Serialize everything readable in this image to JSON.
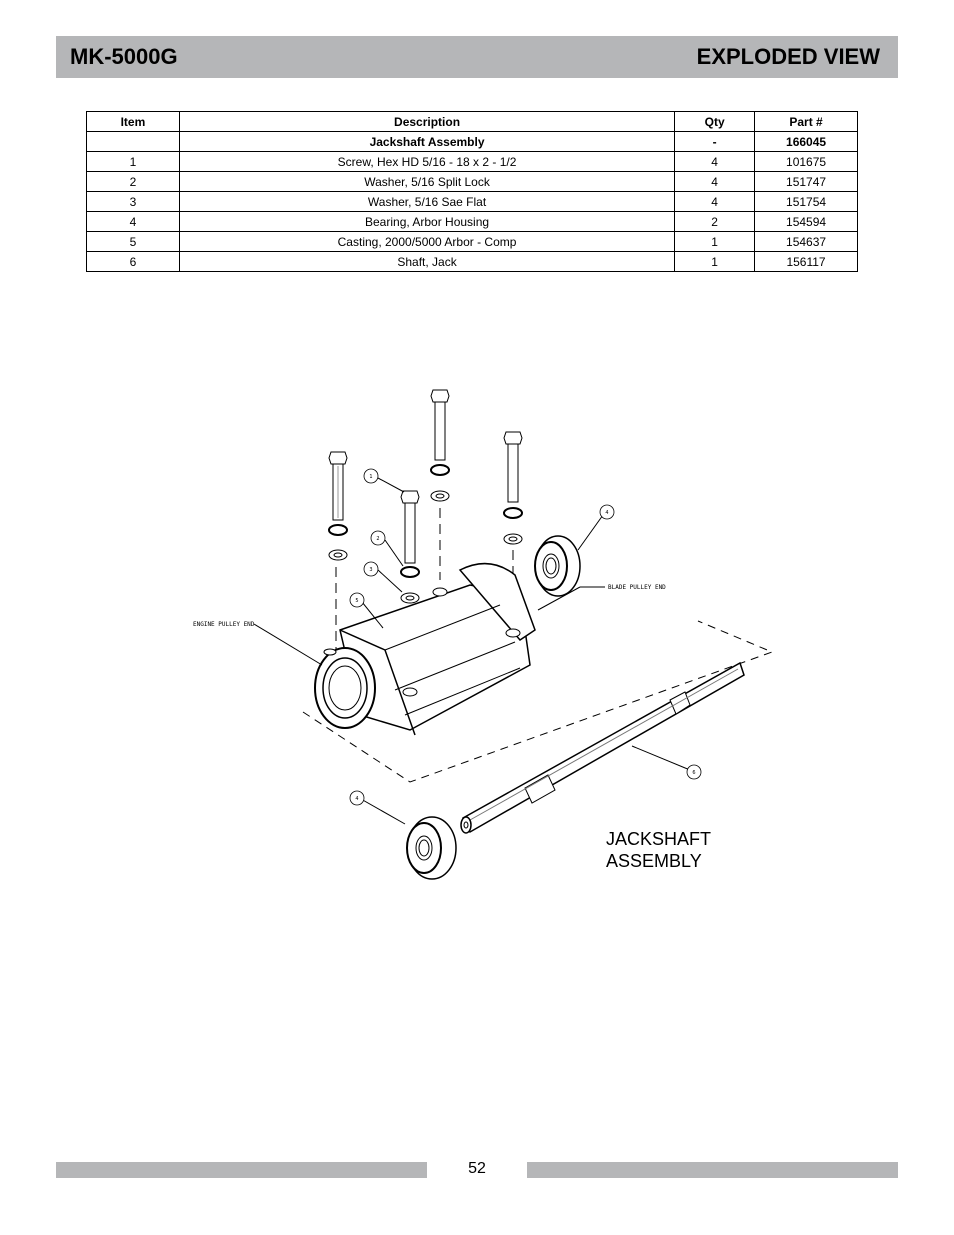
{
  "header": {
    "model": "MK-5000G",
    "section": "EXPLODED VIEW"
  },
  "parts_table": {
    "columns": [
      "Item",
      "Description",
      "Qty",
      "Part #"
    ],
    "assembly_row": {
      "item": "",
      "description": "Jackshaft Assembly",
      "qty": "-",
      "part": "166045"
    },
    "rows": [
      {
        "item": "1",
        "description": "Screw, Hex HD 5/16 - 18 x 2 - 1/2",
        "qty": "4",
        "part": "101675"
      },
      {
        "item": "2",
        "description": "Washer, 5/16 Split Lock",
        "qty": "4",
        "part": "151747"
      },
      {
        "item": "3",
        "description": "Washer, 5/16 Sae Flat",
        "qty": "4",
        "part": "151754"
      },
      {
        "item": "4",
        "description": "Bearing, Arbor Housing",
        "qty": "2",
        "part": "154594"
      },
      {
        "item": "5",
        "description": "Casting, 2000/5000 Arbor - Comp",
        "qty": "1",
        "part": "154637"
      },
      {
        "item": "6",
        "description": "Shaft, Jack",
        "qty": "1",
        "part": "156117"
      }
    ]
  },
  "diagram": {
    "callouts": [
      "1",
      "2",
      "3",
      "4",
      "5",
      "6",
      "4"
    ],
    "engine_end_label": "ENGINE PULLEY END",
    "blade_end_label": "BLADE PULLEY END",
    "assembly_label_line1": "JACKSHAFT",
    "assembly_label_line2": "ASSEMBLY"
  },
  "footer": {
    "page_number": "52"
  },
  "colors": {
    "bar_gray": "#b5b6b8"
  }
}
